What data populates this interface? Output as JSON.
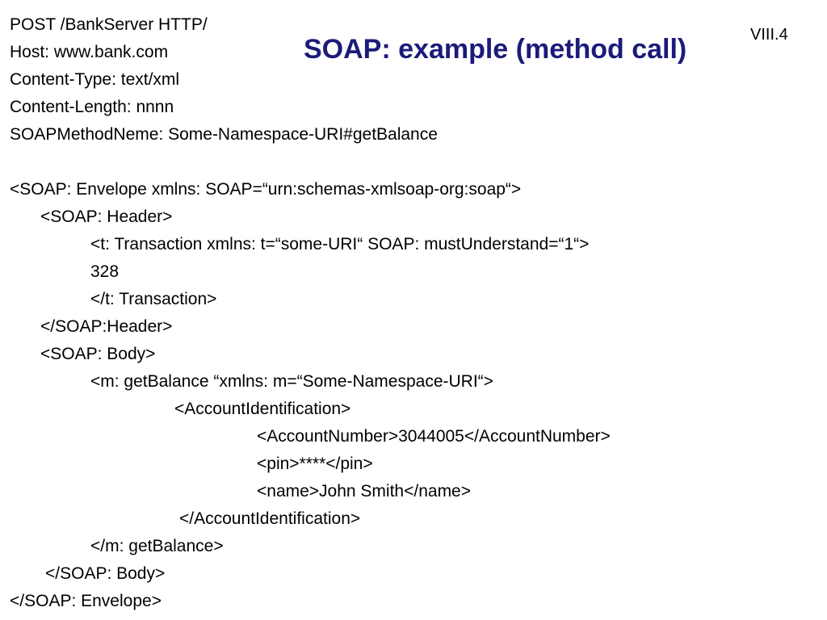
{
  "slide": {
    "title": "SOAP: example (method call)",
    "number": "VIII.4",
    "title_color": "#1b1b7a"
  },
  "code": {
    "lines": [
      "POST /BankServer HTTP/",
      "Host: www.bank.com",
      "Content-Type: text/xml",
      "Content-Length: nnnn",
      "SOAPMethodNeme: Some-Namespace-URI#getBalance",
      "<SOAP: Envelope xmlns: SOAP=“urn:schemas-xmlsoap-org:soap“>",
      "<SOAP: Header>",
      "<t: Transaction xmlns: t=“some-URI“ SOAP: mustUnderstand=“1“>",
      "328",
      "</t: Transaction>",
      "</SOAP:Header>",
      "<SOAP: Body>",
      "<m: getBalance “xmlns: m=“Some-Namespace-URI“>",
      "<AccountIdentification>",
      "<AccountNumber>3044005</AccountNumber>",
      "<pin>****</pin>",
      "<name>John Smith</name>",
      "</AccountIdentification>",
      "</m: getBalance>",
      "</SOAP: Body>",
      "</SOAP: Envelope>"
    ]
  }
}
